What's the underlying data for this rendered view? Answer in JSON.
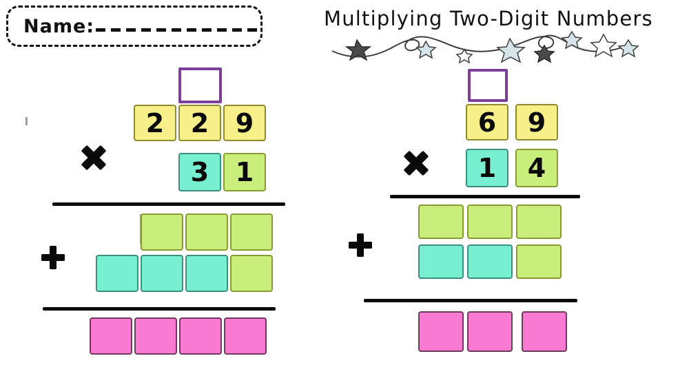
{
  "worksheet": {
    "title": "Multiplying Two-Digit Numbers",
    "name_field": {
      "label": "Name:",
      "value": "",
      "placeholder": ""
    },
    "colors": {
      "yellow": "#F7F088",
      "teal": "#79EFD1",
      "chartreuse": "#C9EE7C",
      "pink": "#F87BD1",
      "carry_border": "#7B3F98",
      "rule": "#0A0A0A",
      "star_dark": "#4A4A4A",
      "star_light": "#D4E4E8"
    }
  },
  "problems": [
    {
      "id": "problem-left",
      "carry_box": {
        "value": "",
        "color": "carry"
      },
      "multiplicand": [
        {
          "value": "2",
          "color": "yellow"
        },
        {
          "value": "2",
          "color": "yellow"
        },
        {
          "value": "9",
          "color": "yellow"
        }
      ],
      "multiplier": [
        {
          "value": "3",
          "color": "teal"
        },
        {
          "value": "1",
          "color": "chartreuse"
        }
      ],
      "operator_multiply": "✖",
      "operator_add": "✚",
      "partial_product_rows": [
        {
          "cells": [
            {
              "value": "",
              "color": "chartreuse"
            },
            {
              "value": "",
              "color": "chartreuse"
            },
            {
              "value": "",
              "color": "chartreuse"
            }
          ]
        },
        {
          "cells": [
            {
              "value": "",
              "color": "teal"
            },
            {
              "value": "",
              "color": "teal"
            },
            {
              "value": "",
              "color": "teal"
            },
            {
              "value": "",
              "color": "chartreuse"
            }
          ]
        }
      ],
      "answer_row": {
        "cells": [
          {
            "value": "",
            "color": "pink"
          },
          {
            "value": "",
            "color": "pink"
          },
          {
            "value": "",
            "color": "pink"
          },
          {
            "value": "",
            "color": "pink"
          }
        ]
      }
    },
    {
      "id": "problem-right",
      "carry_box": {
        "value": "",
        "color": "carry"
      },
      "multiplicand": [
        {
          "value": "6",
          "color": "yellow"
        },
        {
          "value": "9",
          "color": "yellow"
        }
      ],
      "multiplier": [
        {
          "value": "1",
          "color": "teal"
        },
        {
          "value": "4",
          "color": "chartreuse"
        }
      ],
      "operator_multiply": "✖",
      "operator_add": "✚",
      "partial_product_rows": [
        {
          "cells": [
            {
              "value": "",
              "color": "chartreuse"
            },
            {
              "value": "",
              "color": "chartreuse"
            },
            {
              "value": "",
              "color": "chartreuse"
            }
          ]
        },
        {
          "cells": [
            {
              "value": "",
              "color": "teal"
            },
            {
              "value": "",
              "color": "teal"
            },
            {
              "value": "",
              "color": "chartreuse"
            }
          ]
        }
      ],
      "answer_row": {
        "cells": [
          {
            "value": "",
            "color": "pink"
          },
          {
            "value": "",
            "color": "pink"
          },
          {
            "value": "",
            "color": "pink"
          }
        ]
      }
    }
  ]
}
